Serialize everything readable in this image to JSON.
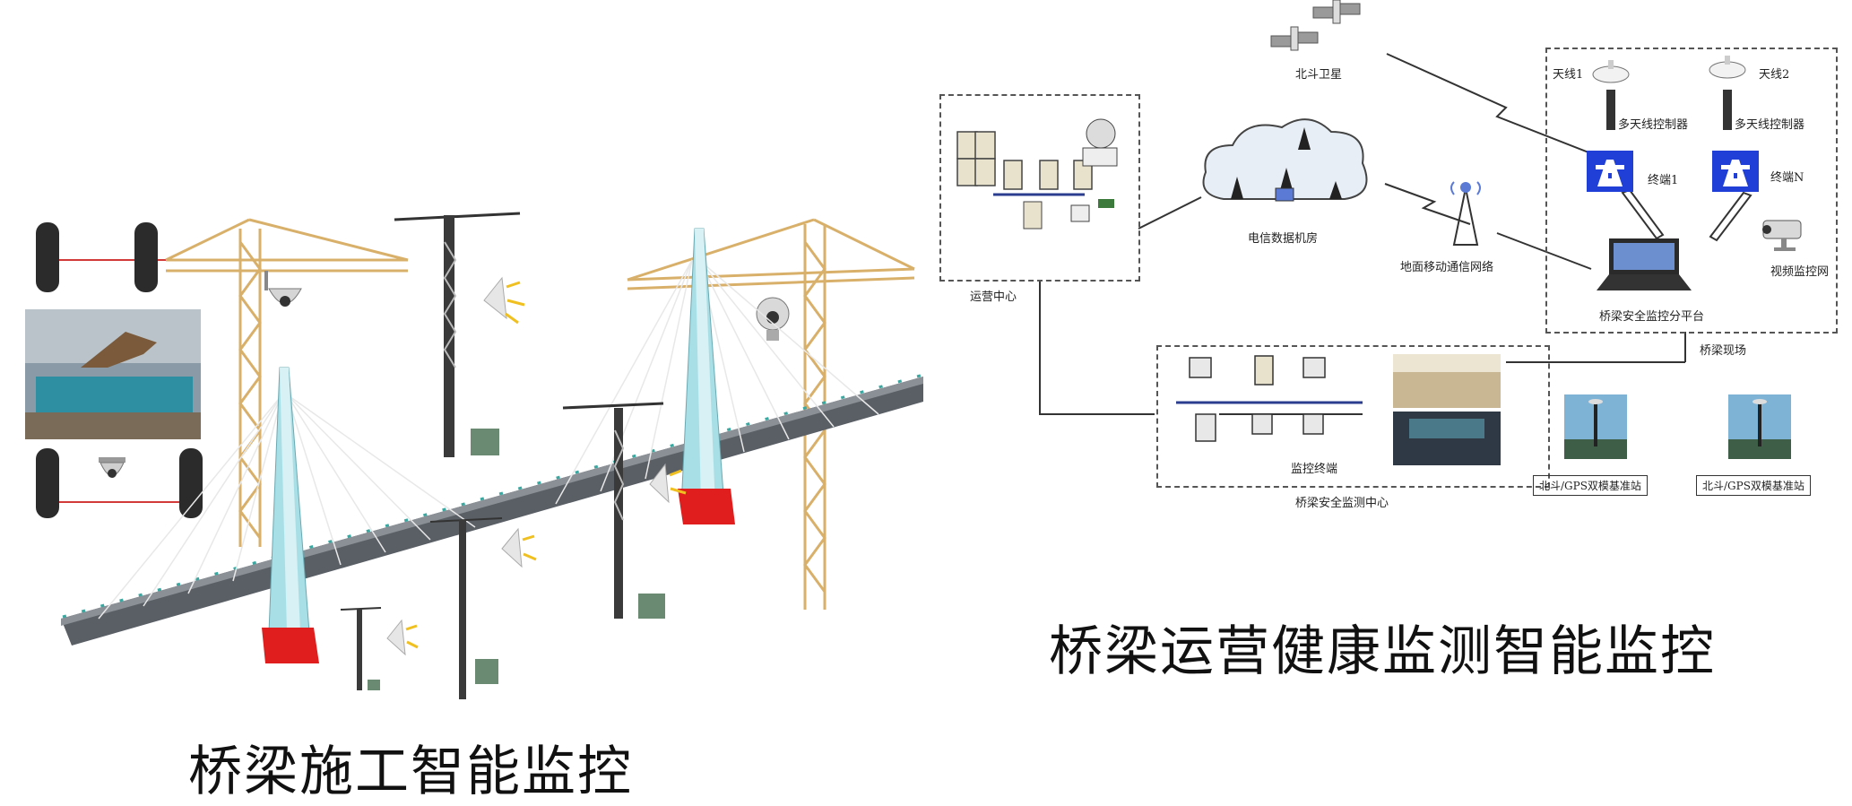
{
  "left_panel": {
    "caption": "桥梁施工智能监控"
  },
  "right_panel": {
    "caption": "桥梁运营健康监测智能监控",
    "labels": {
      "beidou_satellite": "北斗卫星",
      "operation_center": "运营中心",
      "telecom_data_room": "电信数据机房",
      "ground_mobile_network": "地面移动通信网络",
      "antenna_1": "天线1",
      "antenna_2": "天线2",
      "multi_antenna_controller": "多天线控制器",
      "terminal_1": "终端1",
      "terminal_n": "终端N",
      "video_monitoring_network": "视频监控网",
      "bridge_subplatform": "桥梁安全监控分平台",
      "bridge_site": "桥梁现场",
      "monitoring_terminal": "监控终端",
      "bridge_monitoring_center": "桥梁安全监测中心",
      "base_station": "北斗/GPS双模基准站"
    }
  },
  "colors": {
    "terminal_blue": "#1f3fd6",
    "pylon_cyan": "#a8dfe6",
    "pier_red": "#e01e1e",
    "crane_yellow": "#d9b06a",
    "deck_gray": "#555a60"
  }
}
